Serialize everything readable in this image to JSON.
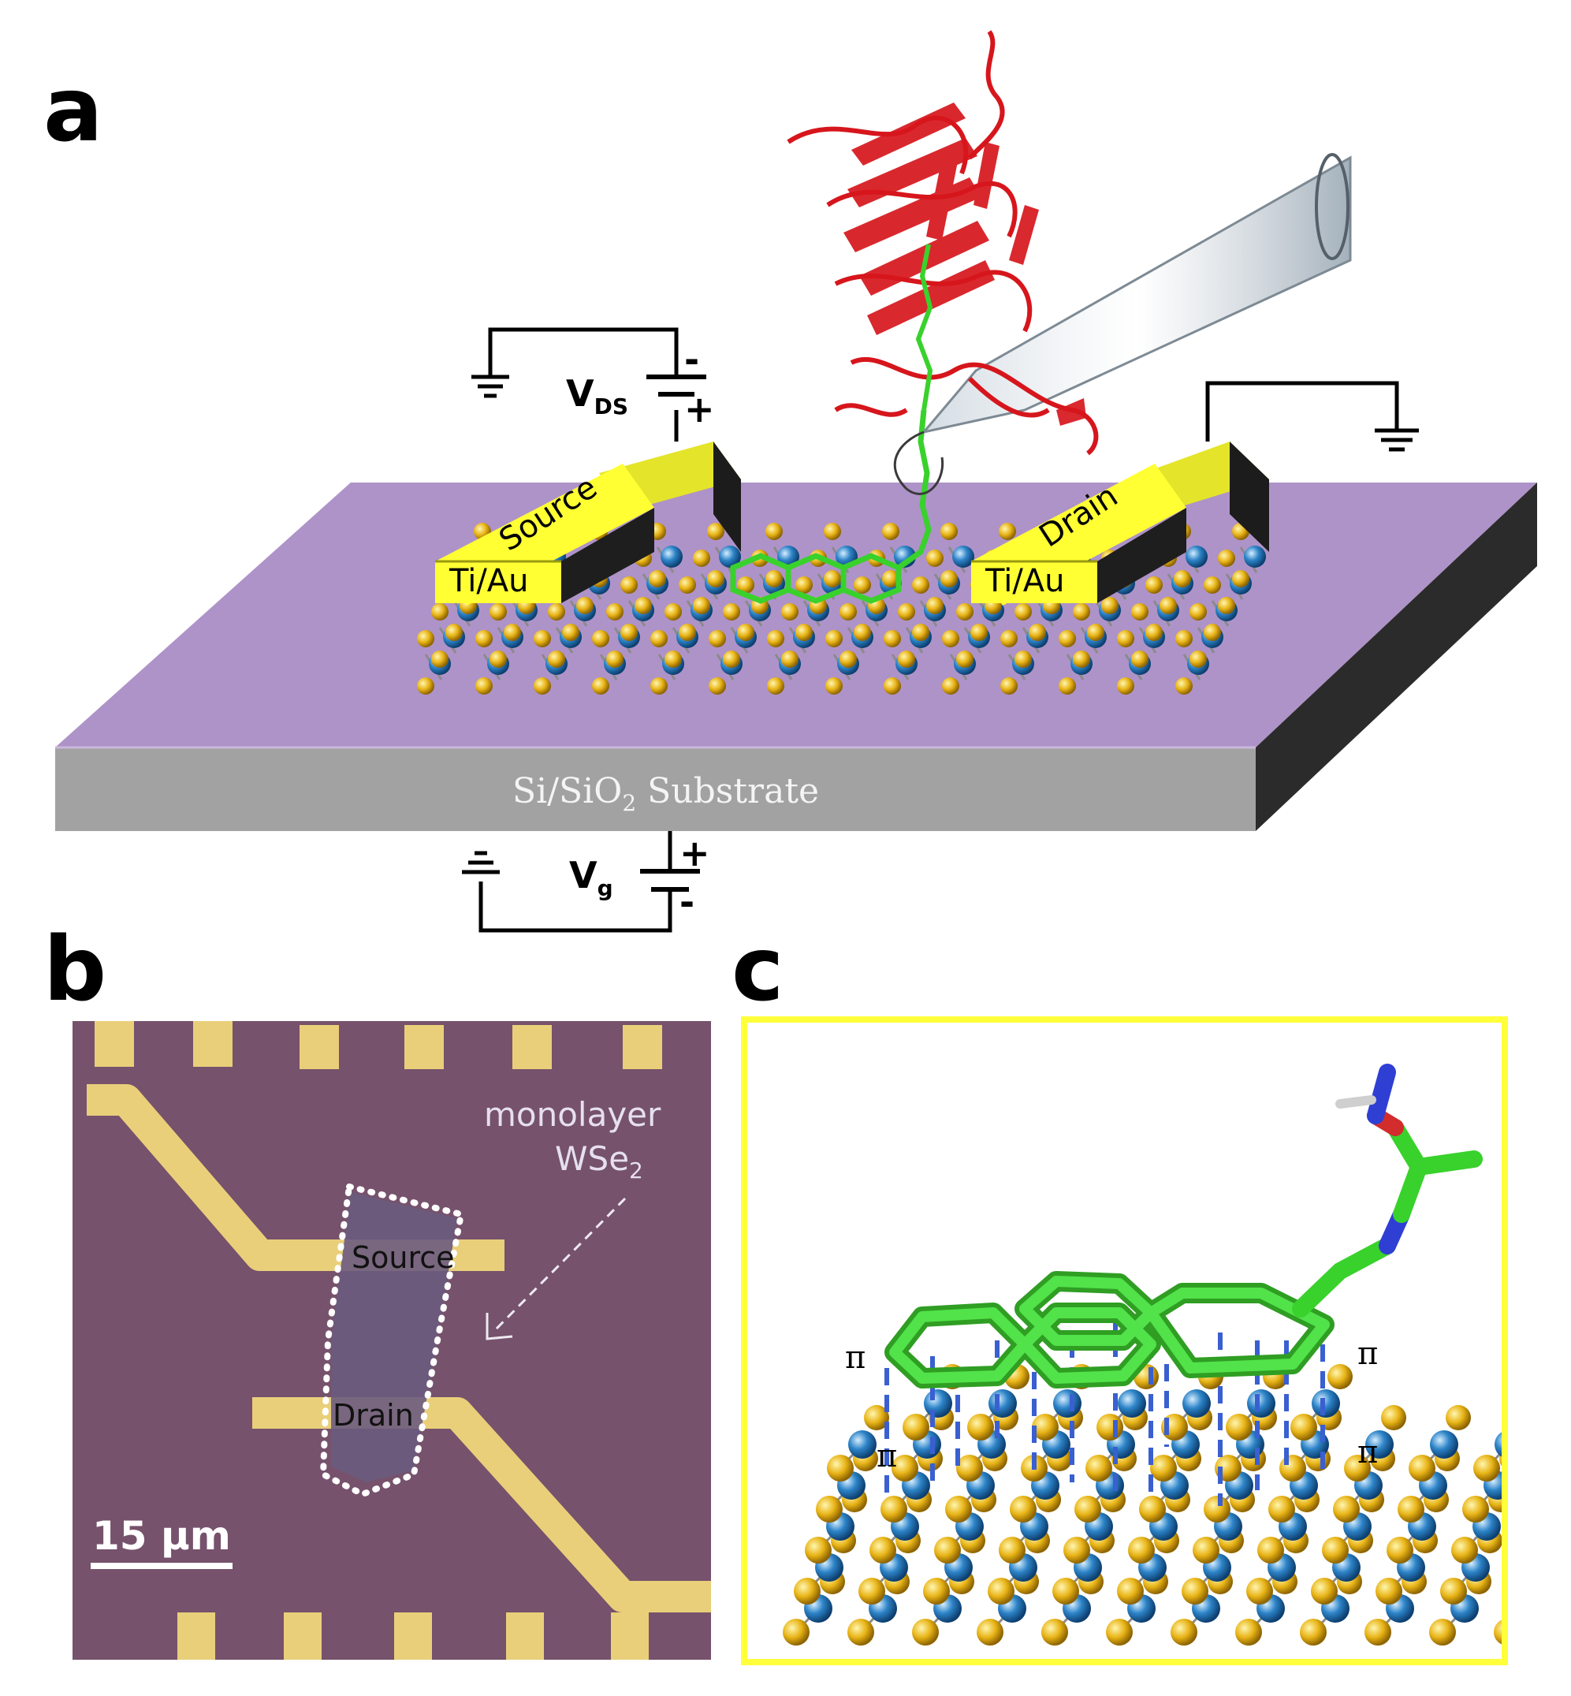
{
  "panels": {
    "a": "a",
    "b": "b",
    "c": "c"
  },
  "panel_a": {
    "vds_main": "V",
    "vds_sub": "DS",
    "vds_minus": "-",
    "vds_plus": "+",
    "vg_main": "V",
    "vg_sub": "g",
    "vg_plus": "+",
    "vg_minus": "-",
    "source_label": "Source",
    "drain_label": "Drain",
    "contact_left": "Ti/Au",
    "contact_right": "Ti/Au",
    "substrate_main": "Si/SiO",
    "substrate_sub": "2",
    "substrate_tail": " Substrate"
  },
  "panel_b": {
    "note_line1": "monolayer",
    "note_line2_main": "WSe",
    "note_line2_sub": "2",
    "source_label": "Source",
    "drain_label": "Drain",
    "scale_label": "15 μm"
  },
  "panel_c": {
    "pi_labels": [
      "π",
      "π",
      "π",
      "π"
    ]
  },
  "colors": {
    "substrate_top": "#ae93c8",
    "substrate_side": "#a0a0a0",
    "substrate_dark": "#2b2b2b",
    "contact_yellow": "#ffff33",
    "selenium": "#e8b417",
    "tungsten": "#2d84c8",
    "protein": "#d6161c",
    "linker": "#39d12c",
    "micro_bg": "#76526c",
    "micro_gold": "#e9cf7a",
    "panel_c_border": "#ffff3a"
  }
}
